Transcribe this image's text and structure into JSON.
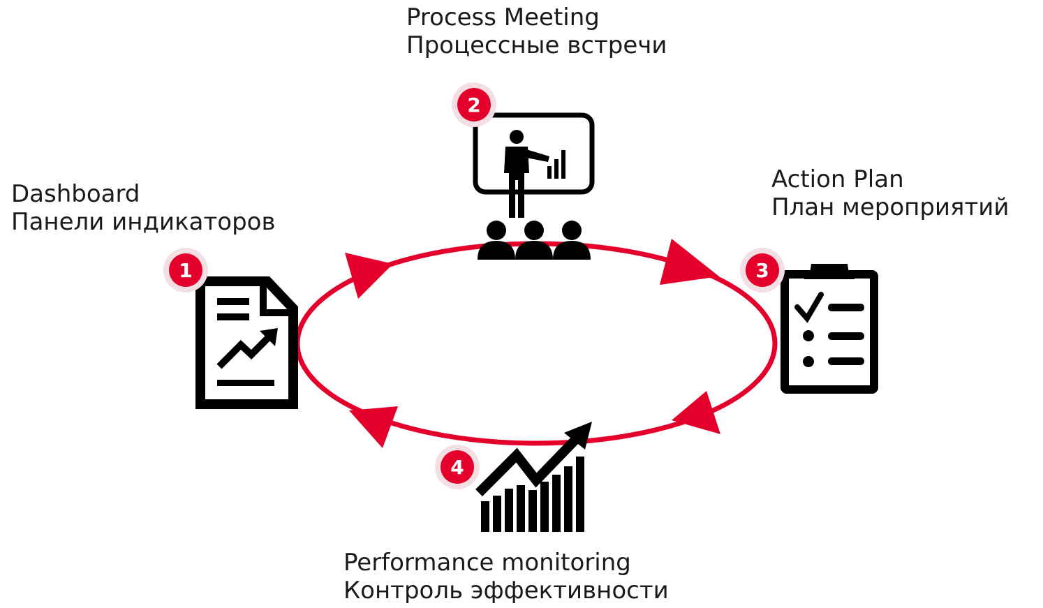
{
  "colors": {
    "accent": "#e4002b",
    "badge_ring": "#f3dfe3",
    "icon": "#000000"
  },
  "steps": [
    {
      "number": "1",
      "title_en": "Dashboard",
      "title_ru": "Панели индикаторов",
      "icon": "document-chart-icon"
    },
    {
      "number": "2",
      "title_en": "Process Meeting",
      "title_ru": "Процессные встречи",
      "icon": "presentation-icon"
    },
    {
      "number": "3",
      "title_en": "Action Plan",
      "title_ru": "План мероприятий",
      "icon": "checklist-clipboard-icon"
    },
    {
      "number": "4",
      "title_en": "Performance monitoring",
      "title_ru": "Контроль эффективности",
      "icon": "growth-chart-icon"
    }
  ]
}
